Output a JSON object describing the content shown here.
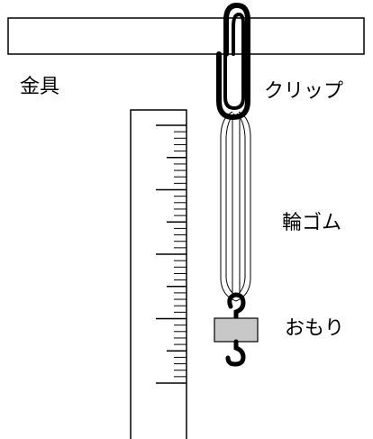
{
  "labels": {
    "bracket": "金具",
    "clip": "クリップ",
    "rubber_band": "輪ゴム",
    "weight": "おもり"
  },
  "colors": {
    "line": "#000000",
    "weight_fill": "#c8c8c8",
    "background": "#ffffff"
  }
}
